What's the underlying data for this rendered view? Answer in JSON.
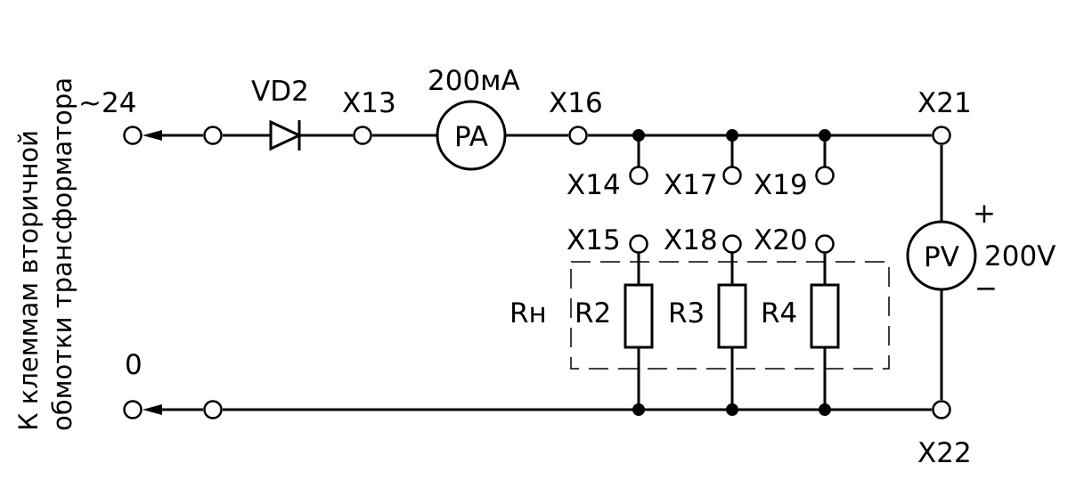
{
  "side_caption": {
    "line1": "К клеммам вторичной",
    "line2": "обмотки трансформатора"
  },
  "inputs": {
    "voltage_label": "~24",
    "zero_label": "0"
  },
  "components": {
    "diode": "VD2",
    "ammeter": "PA",
    "ammeter_range": "200мА",
    "voltmeter": "PV",
    "voltmeter_range": "200V",
    "plus": "+",
    "minus": "−",
    "load_group": "Rн",
    "resistors": [
      "R2",
      "R3",
      "R4"
    ]
  },
  "terminals": {
    "x13": "X13",
    "x14": "X14",
    "x15": "X15",
    "x16": "X16",
    "x17": "X17",
    "x18": "X18",
    "x19": "X19",
    "x20": "X20",
    "x21": "X21",
    "x22": "X22"
  }
}
